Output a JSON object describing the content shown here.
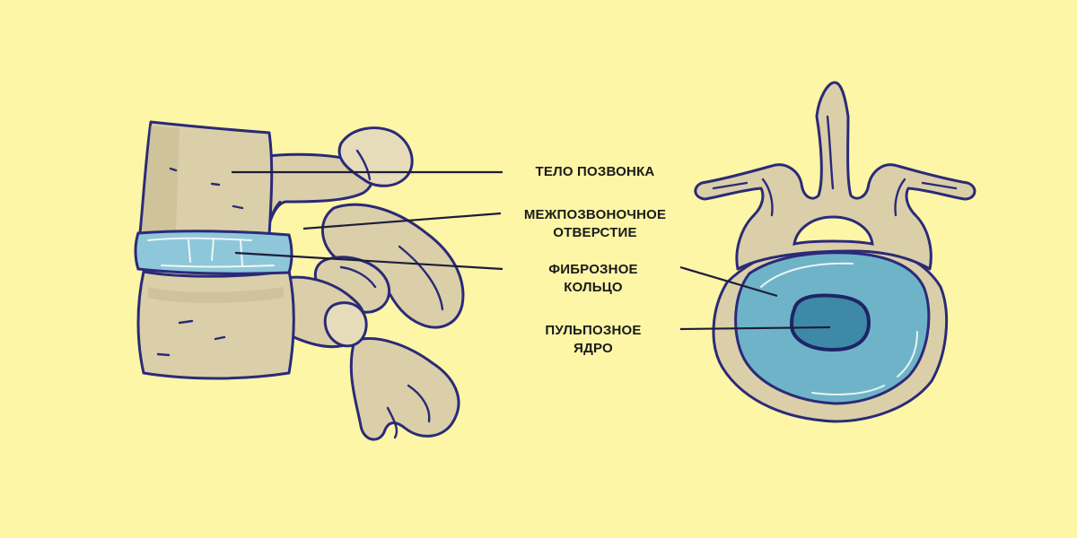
{
  "labels": {
    "vertebral_body": "ТЕЛО ПОЗВОНКА",
    "intervertebral_foramen": "МЕЖПОЗВОНОЧНОЕ\nОТВЕРСТИЕ",
    "annulus_fibrosus": "ФИБРОЗНОЕ\nКОЛЬЦО",
    "nucleus_pulposus": "ПУЛЬПОЗНОЕ\nЯДРО"
  },
  "colors": {
    "background": "#fdf6a6",
    "bone": "#dacfa8",
    "outline": "#2b2a78",
    "disc": "#8ec7d9",
    "annulus": "#6fb3c8",
    "nucleus": "#3e8aa6"
  }
}
